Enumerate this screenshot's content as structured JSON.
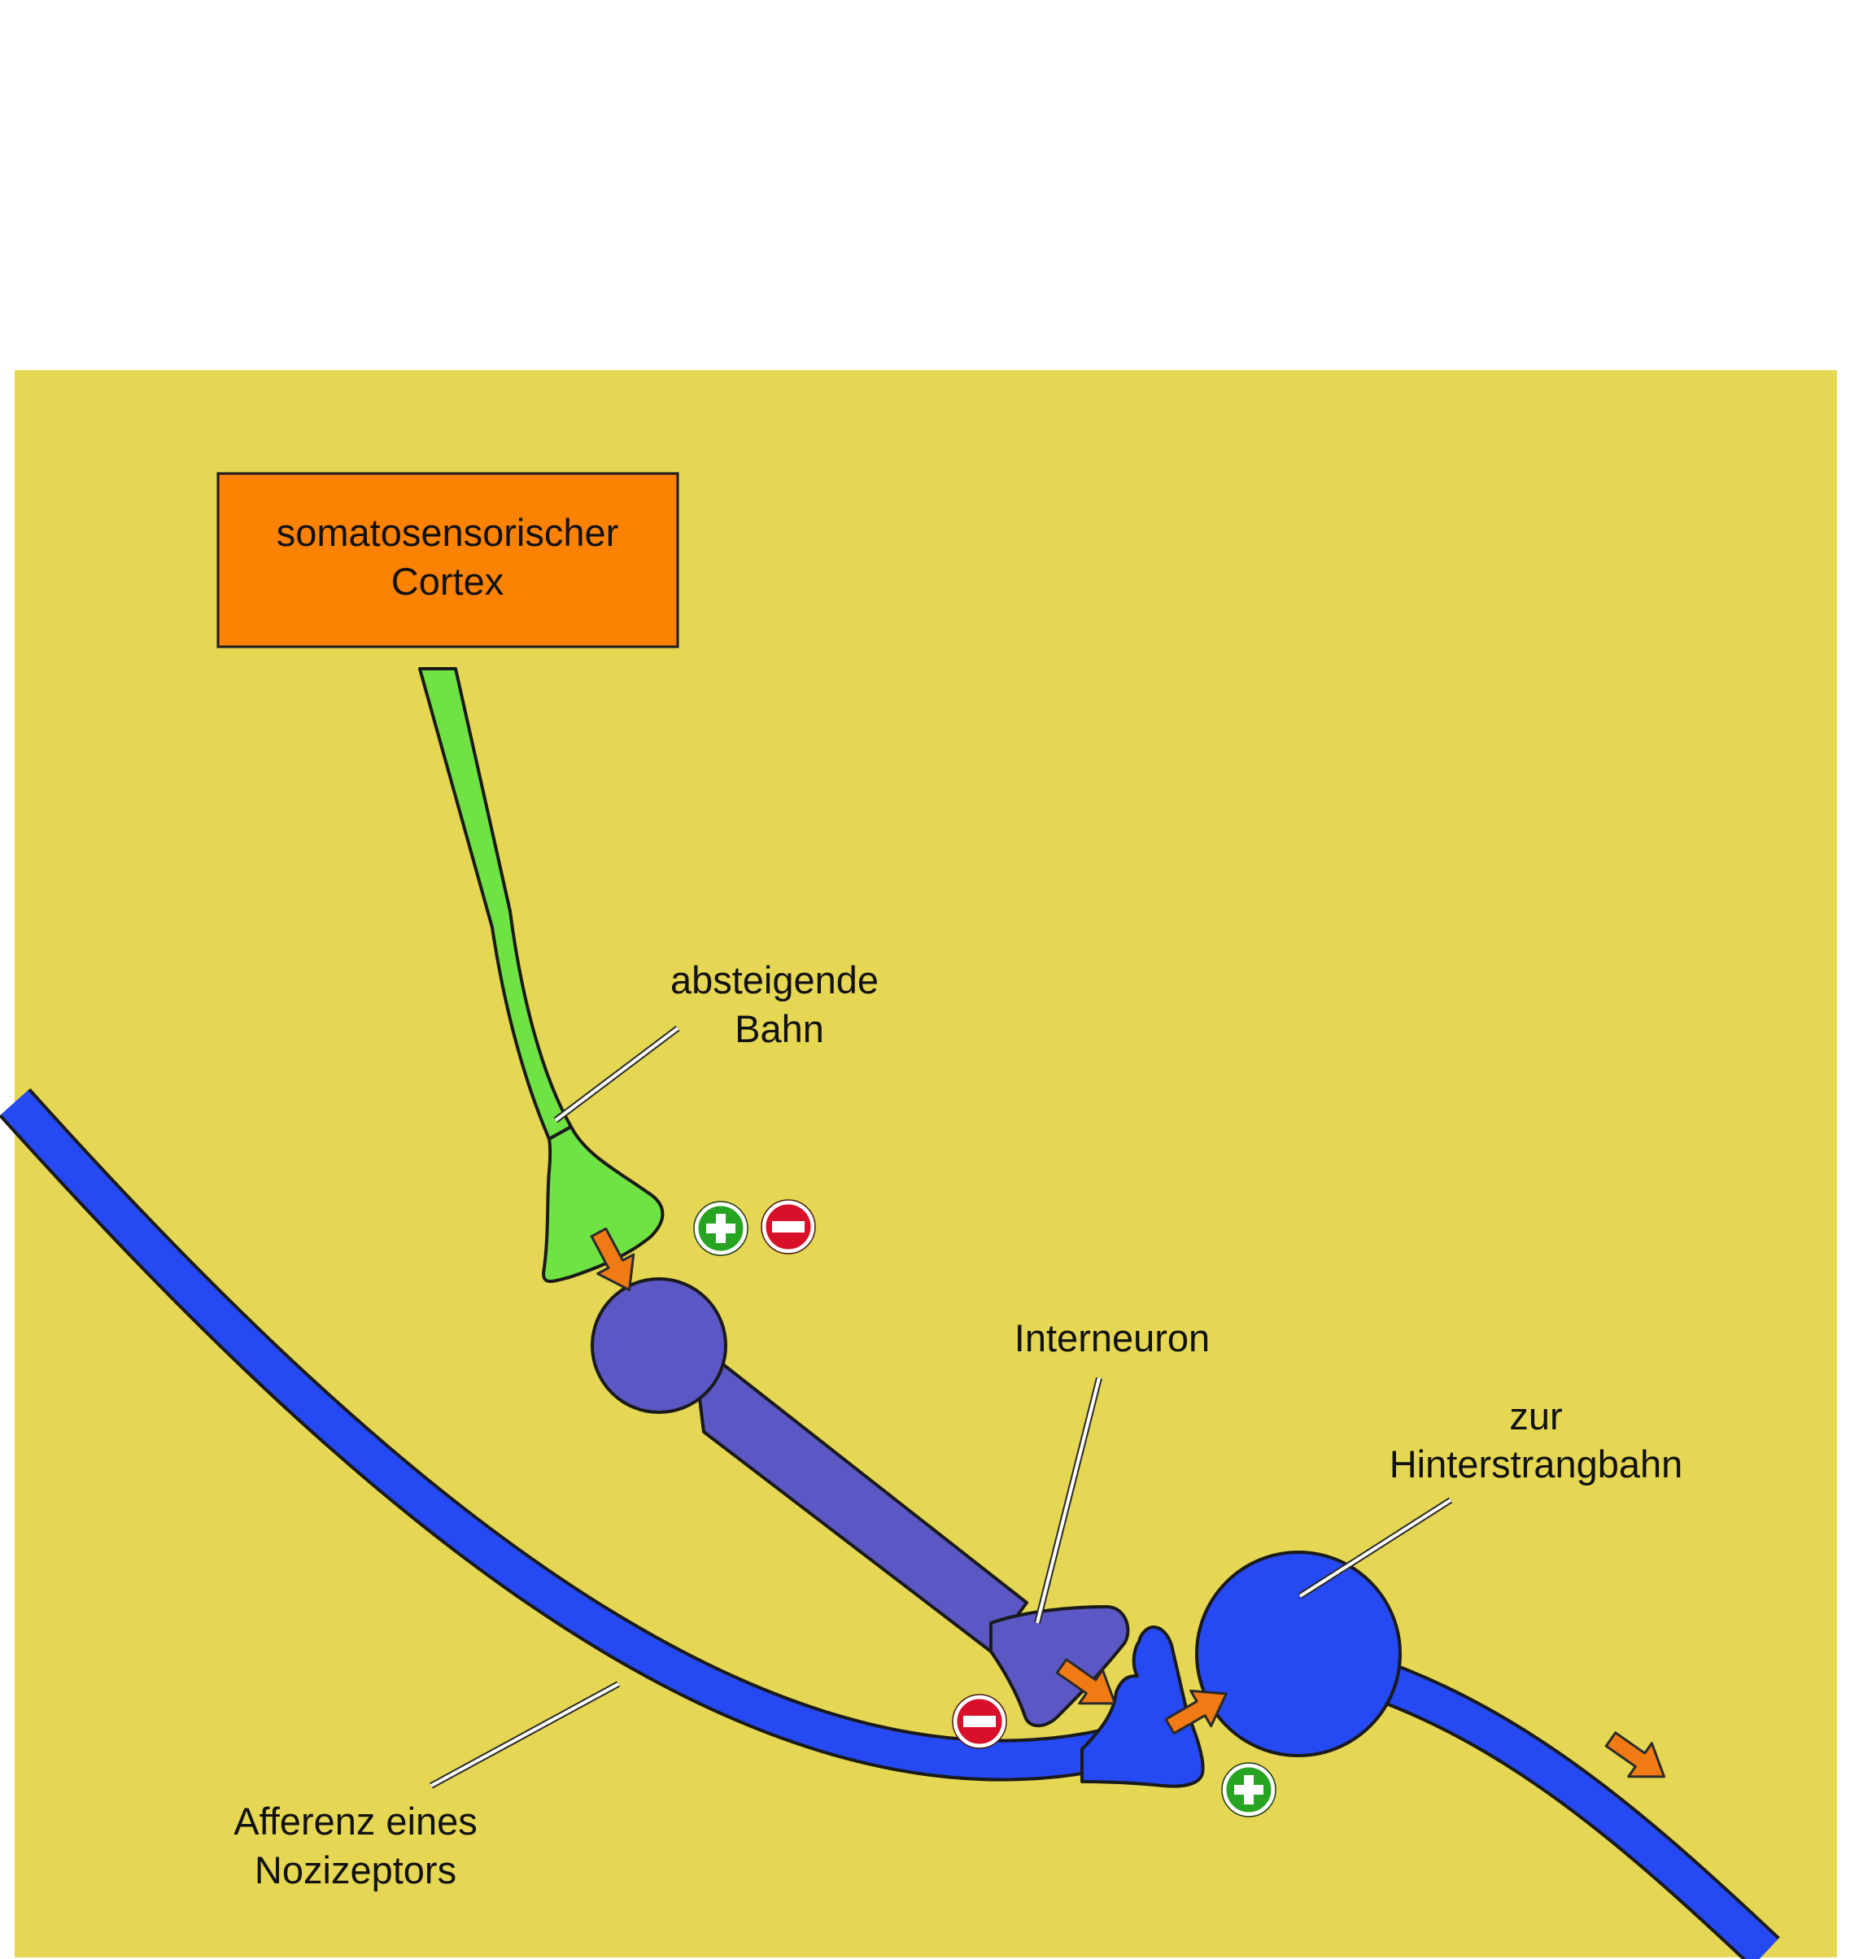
{
  "cortex_box": {
    "line1": "somatosensorischer",
    "line2": "Cortex"
  },
  "labels": {
    "descending": {
      "line1": "absteigende",
      "line2": "Bahn"
    },
    "interneuron": {
      "line1": "Interneuron"
    },
    "dorsal_column": {
      "line1": "zur",
      "line2": "Hinterstrangbahn"
    },
    "afferent": {
      "line1": "Afferenz eines",
      "line2": "Nozizeptors"
    }
  },
  "colors": {
    "background": "#e5d753",
    "cortex_box": "#fb8203",
    "descending_pathway": "#6fe344",
    "interneuron": "#5b58c6",
    "afferent_neuron": "#2549f3",
    "signal_arrow": "#f07a14",
    "excitatory_sign": "#28a423",
    "inhibitory_sign": "#d8102a"
  },
  "icons": {
    "excitatory": "plus-circle-icon",
    "inhibitory": "minus-circle-icon",
    "signal": "arrow-icon"
  }
}
